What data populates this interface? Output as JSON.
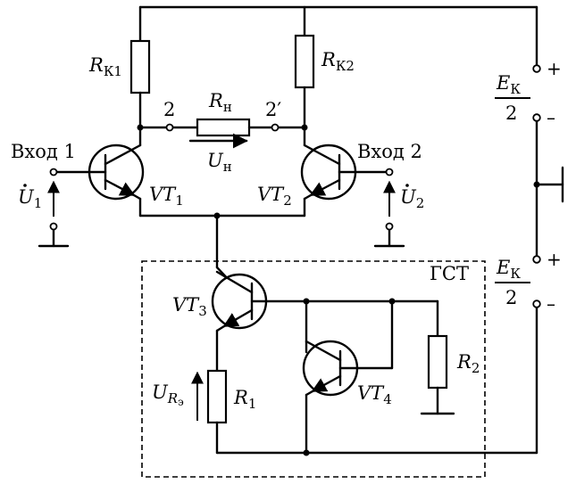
{
  "labels": {
    "rk1_main": "R",
    "rk1_sub": "К1",
    "rk2_main": "R",
    "rk2_sub": "К2",
    "rn_main": "R",
    "rn_sub": "н",
    "node_2": "2",
    "node_2p": "2′",
    "un_main": "U",
    "un_sub": "н",
    "input1": "Вход 1",
    "input2": "Вход 2",
    "u1_main": "U",
    "u1_sub": "1",
    "u2_main": "U",
    "u2_sub": "2",
    "vt1_main": "VT",
    "vt1_sub": "1",
    "vt2_main": "VT",
    "vt2_sub": "2",
    "vt3_main": "VT",
    "vt3_sub": "3",
    "vt4_main": "VT",
    "vt4_sub": "4",
    "gst": "ГСТ",
    "r1_main": "R",
    "r1_sub": "1",
    "r2_main": "R",
    "r2_sub": "2",
    "ure_main": "U",
    "ure_sub": "R",
    "ure_subsub": "э",
    "ek_top_main": "E",
    "ek_top_sub": "К",
    "ek_top_den": "2",
    "ek_bot_main": "E",
    "ek_bot_sub": "К",
    "ek_bot_den": "2",
    "plus": "+",
    "minus": "–"
  }
}
